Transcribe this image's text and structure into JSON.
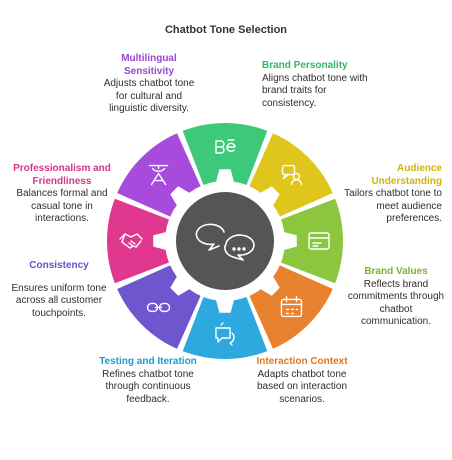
{
  "title": "Chatbot Tone Selection",
  "center_icon": "chat-bubbles-icon",
  "segments": [
    {
      "title": "Brand Personality",
      "description": "Aligns chatbot tone with brand traits for consistency.",
      "color": "#3ec97a",
      "icon": "brand-logo-icon"
    },
    {
      "title": "Audience Understanding",
      "description": "Tailors chatbot tone to meet audience preferences.",
      "color": "#e0c51c",
      "icon": "audience-chat-icon"
    },
    {
      "title": "Brand Values",
      "description": "Reflects brand commitments through chatbot communication.",
      "color": "#8cc63f",
      "icon": "browser-window-icon"
    },
    {
      "title": "Interaction Context",
      "description": "Adapts chatbot tone based on interaction scenarios.",
      "color": "#e8822f",
      "icon": "calendar-icon"
    },
    {
      "title": "Testing and Iteration",
      "description": "Refines chatbot tone through continuous feedback.",
      "color": "#2da9df",
      "icon": "refresh-chat-icon"
    },
    {
      "title": "Consistency",
      "description": "Ensures uniform tone across all customer touchpoints.",
      "color": "#6e56cf",
      "icon": "link-icon"
    },
    {
      "title": "Professionalism and Friendliness",
      "description": "Balances formal and casual tone in interactions.",
      "color": "#e0388f",
      "icon": "handshake-icon"
    },
    {
      "title": "Multilingual Sensitivity",
      "description": "Adjusts chatbot tone for cultural and linguistic diversity.",
      "color": "#a64bdc",
      "icon": "translate-icon"
    }
  ]
}
